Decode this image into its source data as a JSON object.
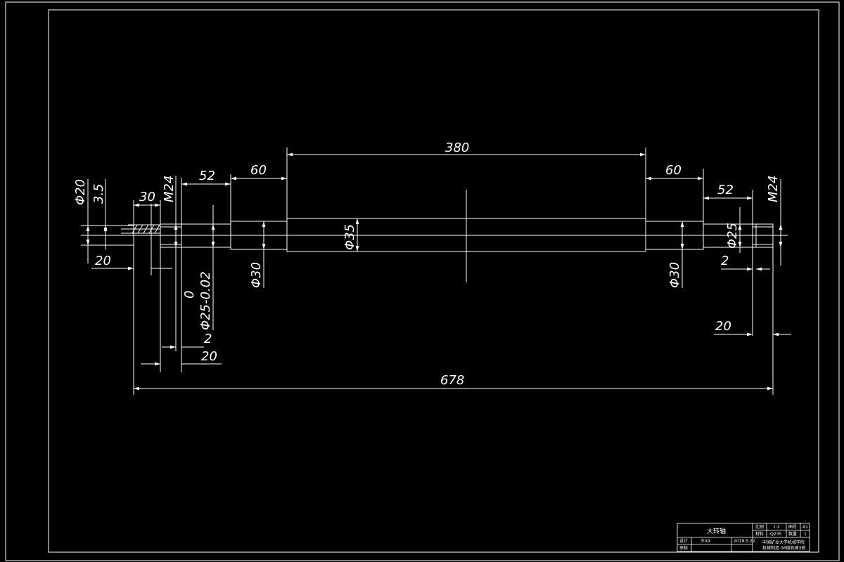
{
  "drawing": {
    "dims": {
      "d_phi20": "Φ20",
      "d_3_5": "3.5",
      "d_30": "30",
      "d_m24_left": "M24",
      "d_52_left": "52",
      "d_60_left": "60",
      "d_380": "380",
      "d_60_right": "60",
      "d_52_right": "52",
      "d_m24_right": "M24",
      "d_phi35": "Φ35",
      "d_phi30_left": "Φ30",
      "d_phi30_right": "Φ30",
      "d_phi25_right": "Φ25",
      "d_20_left_top": "20",
      "d_2_right": "2",
      "d_0": "0",
      "d_phi25_tol": "Φ25-0.02",
      "d_2_left": "2",
      "d_20_left_bottom": "20",
      "d_20_right": "20",
      "d_678": "678"
    },
    "title_block": {
      "part_name": "大转轴",
      "scale_label": "比例",
      "scale_value": "1:2",
      "sheet_label": "图号",
      "sheet_value": "A1",
      "material_label": "材料",
      "material_value": "Q235",
      "qty_label": "数量",
      "qty_value": "1",
      "designer_label": "设计",
      "designer_value": "王XX",
      "date_value": "2019.5.22",
      "review_label": "审核",
      "school_line1": "中国矿业大学机械学院",
      "school_line2": "机械制造 06级机械3班"
    }
  }
}
